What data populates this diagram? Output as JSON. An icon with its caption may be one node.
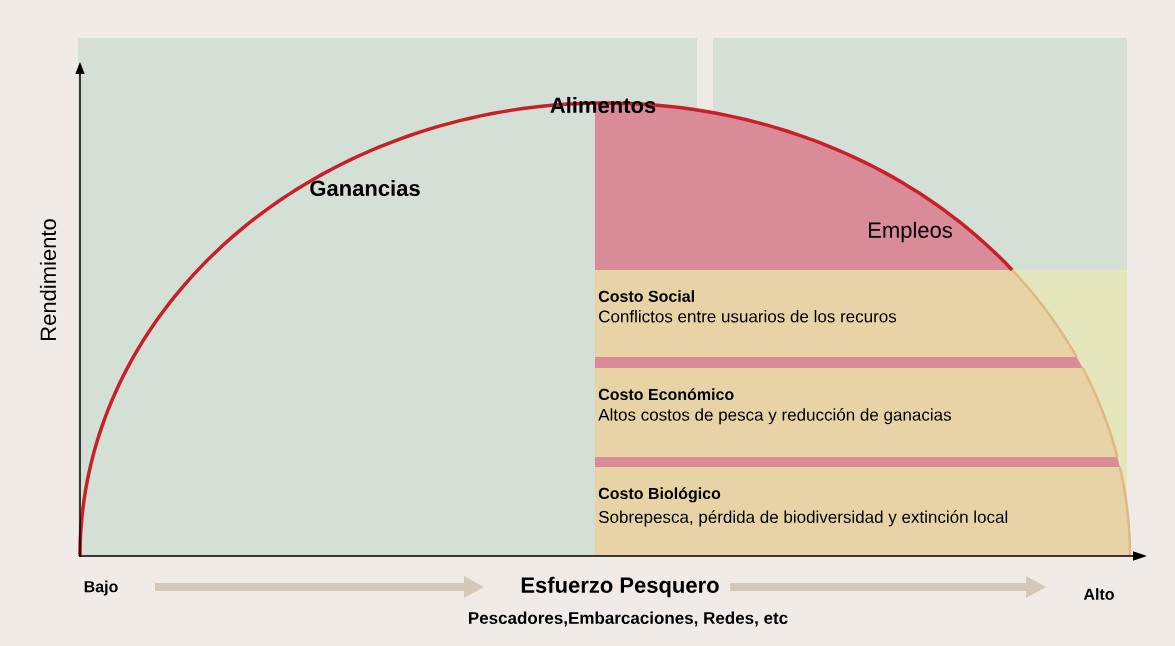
{
  "diagram": {
    "nodes": [
      {
        "text": [
          "Costo Social",
          "Conflictos entre usuarios de los recuros"
        ]
      },
      {
        "text": [
          "Costo Económico",
          "Altos costos de pesca y reducción de ganacias"
        ]
      },
      {
        "text": [
          "Costo Biológico",
          "Sobrepesca, pérdida de biodiversidad y extinción local"
        ]
      }
    ],
    "labels": [
      "Alimentos",
      "Ganancias",
      "Empleos",
      "Rendimiento",
      "Bajo",
      "Esfuerzo Pesquero",
      "Alto",
      "Pescadores,Embarcaciones, Redes, etc"
    ]
  }
}
